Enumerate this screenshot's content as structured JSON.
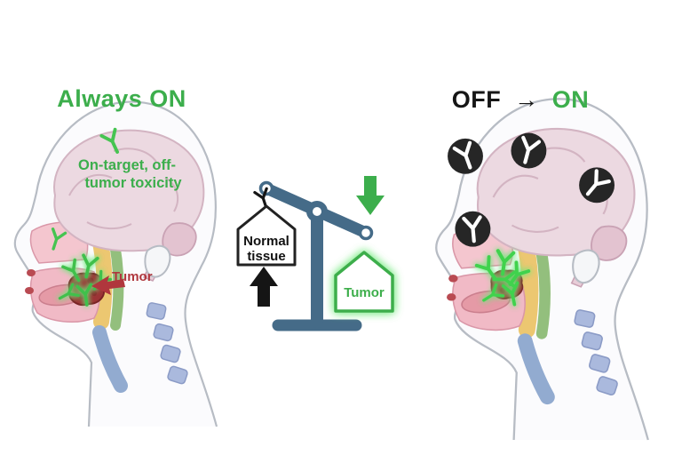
{
  "left_head": {
    "title": "Always ON",
    "toxicity_line1": "On-target, off-",
    "toxicity_line2": "tumor toxicity",
    "tumor_label": "Tumor"
  },
  "balance": {
    "normal_tissue_line1": "Normal",
    "normal_tissue_line2": "tissue",
    "tumor_label": "Tumor"
  },
  "right_head": {
    "title_off": "OFF",
    "title_arrow": "→",
    "title_on": "ON"
  },
  "colors": {
    "accent_green": "#3cae4c",
    "antibody_green": "#46c451",
    "bright_green": "#3fd24d",
    "tumor_red": "#9c3436",
    "label_red": "#b0373d",
    "scale_slate": "#456b88",
    "black": "#161616",
    "brain_pink": "#ecd9e1",
    "skin_outline": "#b7bcc4"
  }
}
